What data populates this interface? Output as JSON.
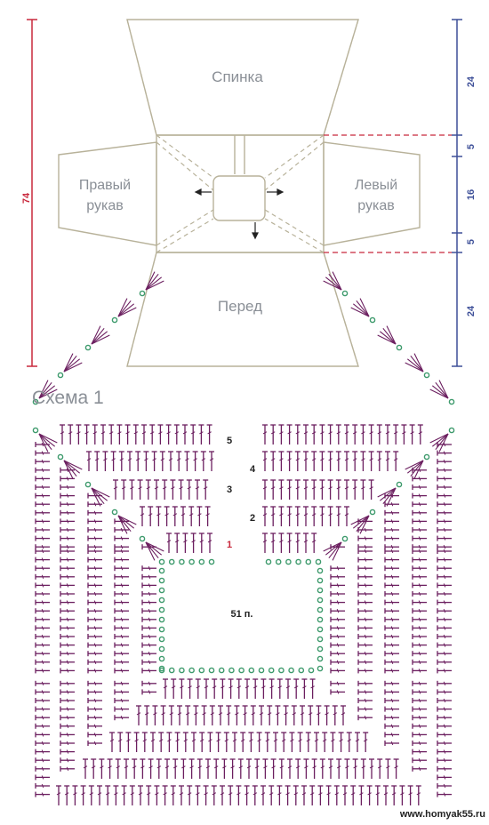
{
  "schematic": {
    "back_label": "Спинка",
    "front_label": "Перед",
    "right_sleeve": [
      "Правый",
      "рукав"
    ],
    "left_sleeve": [
      "Левый",
      "рукав"
    ],
    "total_height": "74",
    "right_dims": [
      "24",
      "5",
      "16",
      "5",
      "24"
    ]
  },
  "scheme": {
    "title": "Схема 1",
    "center_label": "51 п.",
    "row_numbers": [
      "1",
      "2",
      "3",
      "4",
      "5"
    ]
  },
  "colors": {
    "outline": "#b8b29a",
    "red": "#c8283c",
    "blue": "#3d4f98",
    "stitch": "#6b1e5f",
    "chain": "#3d9a6c",
    "grey_text": "#8a8f96"
  },
  "watermark": "www.homyak55.ru"
}
